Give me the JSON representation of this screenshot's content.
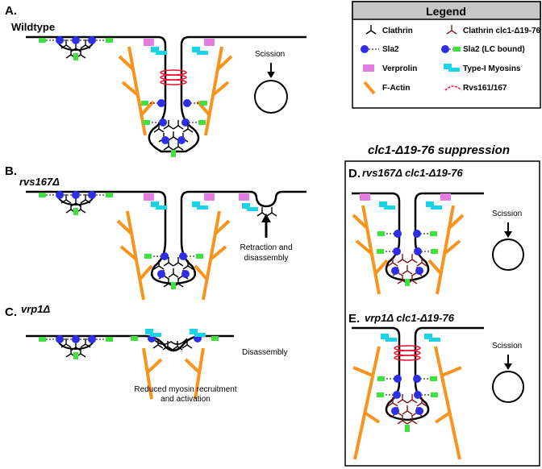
{
  "colors": {
    "membrane": "#000000",
    "actin": "#f7941d",
    "sla2": "#2e2ee6",
    "sla2_lc": "#3ee13e",
    "verprolin": "#e27ee2",
    "myosin": "#19d4e8",
    "rvs": "#e8112d",
    "clathrin_mutant": "#7a1a1a",
    "legend_header": "#c7c7c7"
  },
  "panels": {
    "A": {
      "letter": "A.",
      "genotype": "Wildtype",
      "note": "Scission"
    },
    "B": {
      "letter": "B.",
      "genotype": "rvs167Δ",
      "note_line1": "Retraction and",
      "note_line2": "disassembly"
    },
    "C": {
      "letter": "C.",
      "genotype": "vrp1Δ",
      "note": "Disassembly",
      "caption_line1": "Reduced myosin recruitment",
      "caption_line2": "and activation"
    },
    "D": {
      "letter": "D.",
      "genotype": "rvs167Δ clc1-Δ19-76",
      "note": "Scission"
    },
    "E": {
      "letter": "E.",
      "genotype": "vrp1Δ clc1-Δ19-76",
      "note": "Scission"
    }
  },
  "suppression_title": "clc1-Δ19-76 suppression",
  "legend": {
    "title": "Legend",
    "items": [
      {
        "icon": "clathrin-icon",
        "label": "Clathrin"
      },
      {
        "icon": "clathrin-mutant-icon",
        "label": "Clathrin clc1-Δ19-76"
      },
      {
        "icon": "sla2-icon",
        "label": "Sla2"
      },
      {
        "icon": "sla2-lc-bound-icon",
        "label": "Sla2 (LC bound)"
      },
      {
        "icon": "verprolin-icon",
        "label": "Verprolin"
      },
      {
        "icon": "myosin-icon",
        "label": "Type-I Myosins"
      },
      {
        "icon": "actin-icon",
        "label": "F-Actin"
      },
      {
        "icon": "rvs-ring-icon",
        "label": "Rvs161/167"
      }
    ]
  }
}
